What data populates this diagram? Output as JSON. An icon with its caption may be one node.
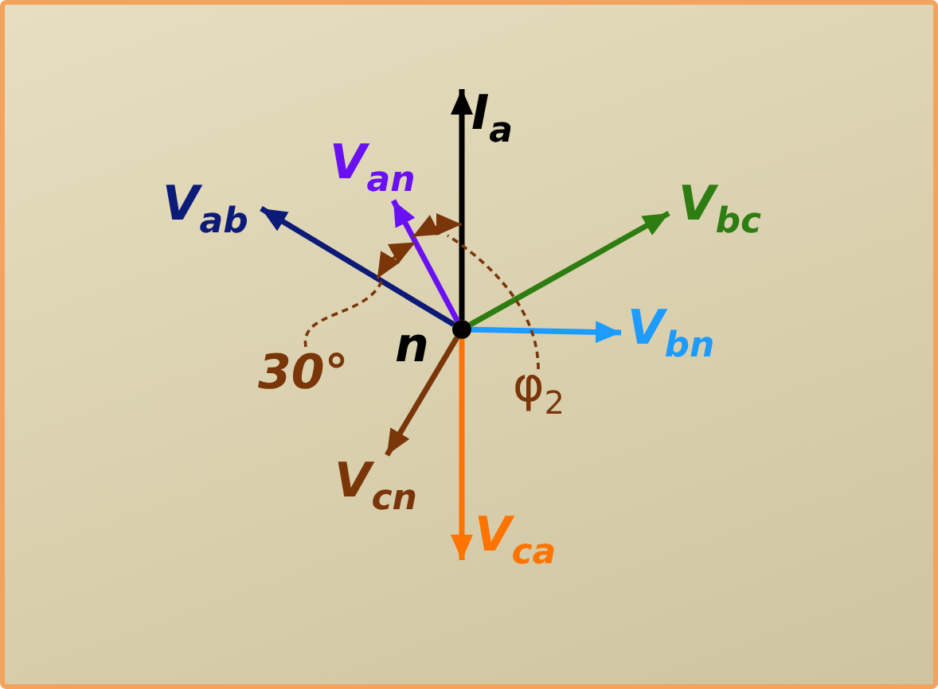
{
  "diagram": {
    "nodes": [
      {
        "text": [],
        "shape": "circle",
        "beside": [
          "n"
        ]
      },
      {
        "text": [
          "I$_{a}$"
        ]
      },
      {
        "text": [
          "V$_{an}$"
        ]
      },
      {
        "text": [
          "V$_{ab}$"
        ]
      },
      {
        "text": [
          "V$_{bc}$"
        ]
      },
      {
        "text": [
          "V$_{bn}$"
        ]
      },
      {
        "text": [
          "V$_{cn}$"
        ]
      },
      {
        "text": [
          "V$_{ca}$"
        ]
      }
    ],
    "edges": [
      {
        "from": 0,
        "to": 1,
        "arrow": "to",
        "color": "#000000"
      },
      {
        "from": 0,
        "to": 2,
        "arrow": "to",
        "color": "#6a10f5"
      },
      {
        "from": 0,
        "to": 3,
        "arrow": "to",
        "color": "#0c1a78"
      },
      {
        "from": 0,
        "to": 4,
        "arrow": "to",
        "color": "#2e7d12"
      },
      {
        "from": 0,
        "to": 5,
        "arrow": "to",
        "color": "#1e9bff"
      },
      {
        "from": 0,
        "to": 6,
        "arrow": "to",
        "color": "#7a3508"
      },
      {
        "from": 0,
        "to": 7,
        "arrow": "to",
        "color": "#ff7300"
      }
    ],
    "labels": [
      "30°",
      "φ$_{2}$"
    ]
  }
}
